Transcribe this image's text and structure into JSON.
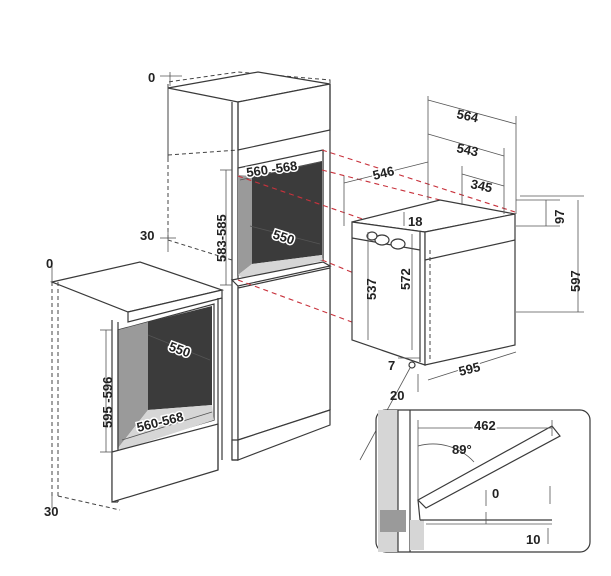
{
  "dimensions": {
    "tall_unit_top_offset": "0",
    "tall_unit_width": "560 -568",
    "tall_unit_height": "583-585",
    "tall_unit_depth": "550",
    "tall_unit_side_offset": "30",
    "base_unit_top_offset": "0",
    "base_unit_depth": "550",
    "base_unit_height": "595 -596",
    "base_unit_width": "560-568",
    "base_unit_bottom_offset": "30",
    "oven_total_depth": "564",
    "oven_body_depth": "543",
    "oven_depth_front": "546",
    "oven_rear_depth": "345",
    "oven_front_offset": "18",
    "oven_top_panel": "97",
    "oven_body_height": "537",
    "oven_cavity_height": "572",
    "oven_total_height": "597",
    "oven_bottom_offset": "7",
    "oven_front_width": "595",
    "oven_side_offset": "20",
    "door_depth": "462",
    "door_angle": "89°",
    "door_clearance": "0",
    "door_bottom_gap": "10"
  }
}
